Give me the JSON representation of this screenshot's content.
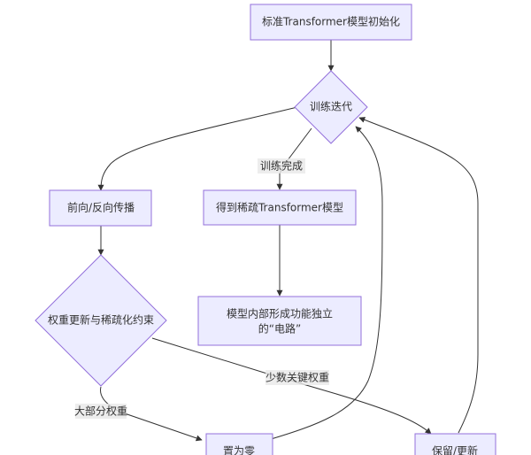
{
  "diagram": {
    "type": "flowchart",
    "colors": {
      "node_fill": "#ECECFF",
      "node_border": "#9370DB",
      "edge": "#333333",
      "text": "#333333",
      "edge_label_bg": "#e8e8e8"
    },
    "nodes": {
      "init": {
        "label": "标准Transformer模型初始化",
        "shape": "rect"
      },
      "train_iter": {
        "label": "训练迭代",
        "shape": "diamond"
      },
      "fwd_bwd": {
        "label": "前向/反向传播",
        "shape": "rect"
      },
      "sparse_model": {
        "label": "得到稀疏Transformer模型",
        "shape": "rect"
      },
      "weight_update": {
        "label": "权重更新与稀疏化约束",
        "shape": "diamond"
      },
      "circuits": {
        "label_line1": "模型内部形成功能独立",
        "label_line2": "的“电路”",
        "shape": "rect"
      },
      "set_zero": {
        "label": "置为零",
        "shape": "rect"
      },
      "keep_update": {
        "label": "保留/更新",
        "shape": "rect"
      }
    },
    "edges": [
      {
        "from": "init",
        "to": "train_iter",
        "label": ""
      },
      {
        "from": "train_iter",
        "to": "fwd_bwd",
        "label": ""
      },
      {
        "from": "train_iter",
        "to": "sparse_model",
        "label": "训练完成"
      },
      {
        "from": "fwd_bwd",
        "to": "weight_update",
        "label": ""
      },
      {
        "from": "sparse_model",
        "to": "circuits",
        "label": ""
      },
      {
        "from": "weight_update",
        "to": "set_zero",
        "label": "大部分权重"
      },
      {
        "from": "weight_update",
        "to": "keep_update",
        "label": "少数关键权重"
      },
      {
        "from": "set_zero",
        "to": "train_iter",
        "label": ""
      },
      {
        "from": "keep_update",
        "to": "train_iter",
        "label": ""
      }
    ]
  }
}
